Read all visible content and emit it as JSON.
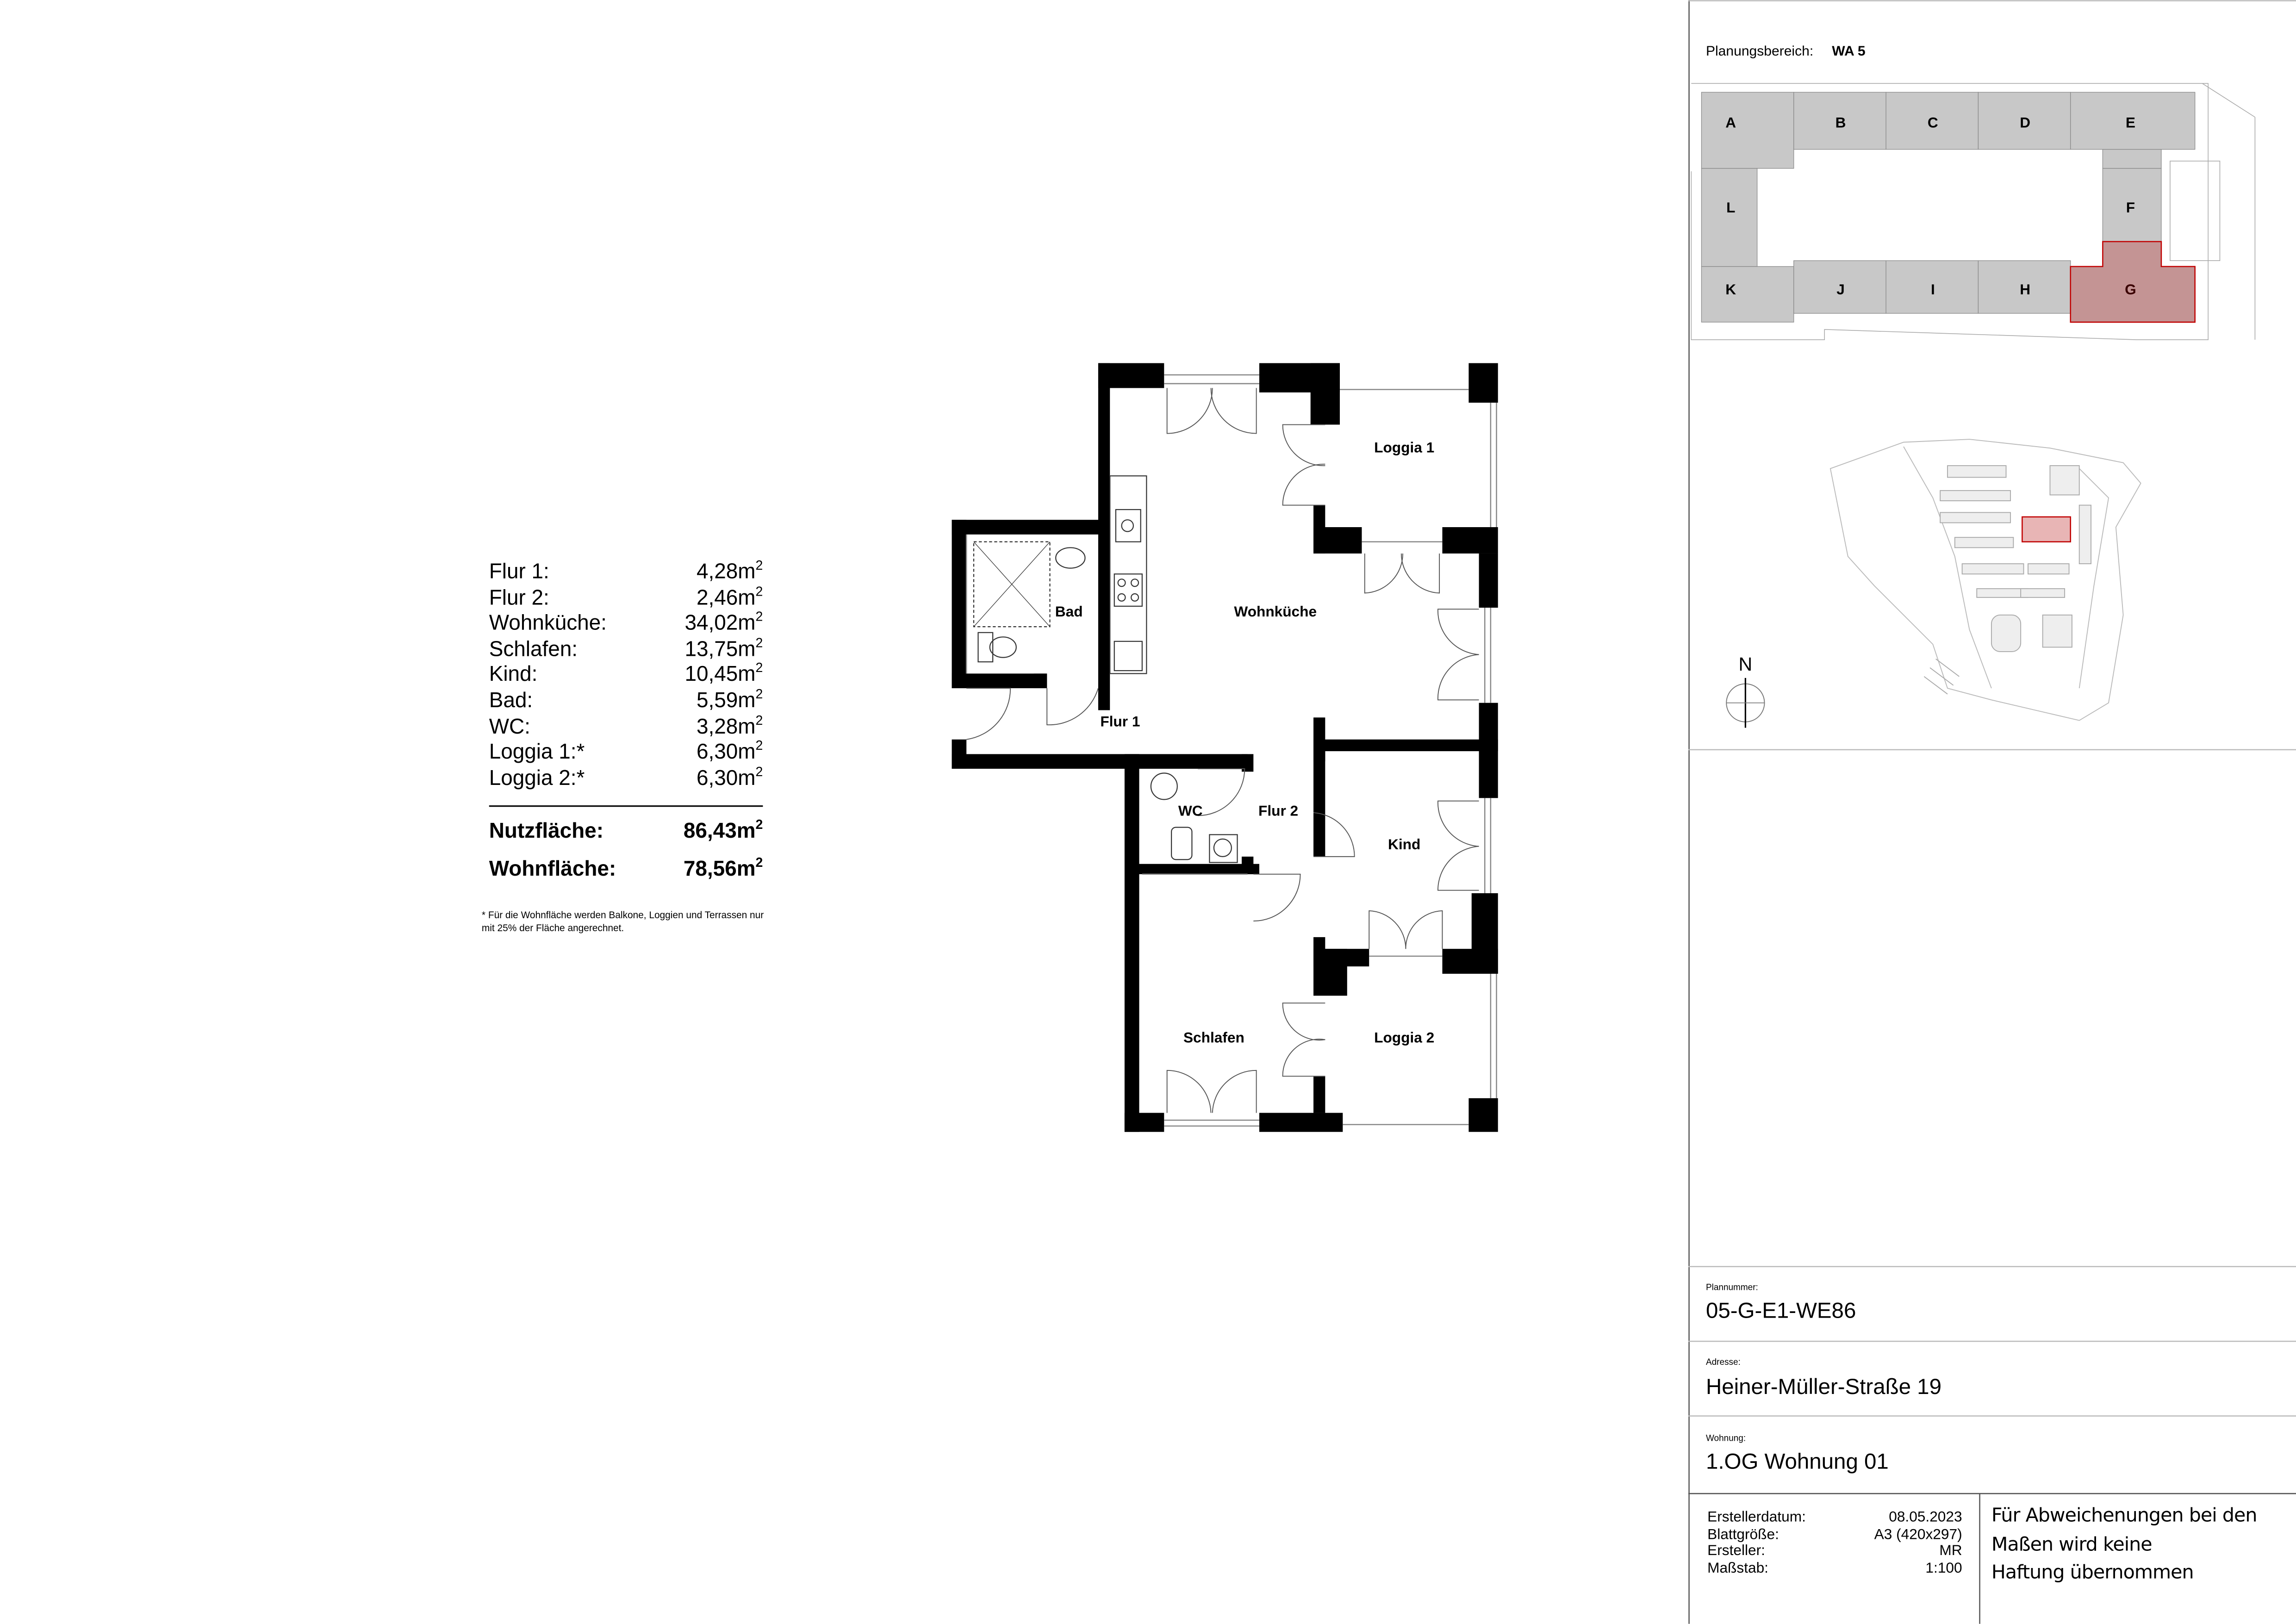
{
  "areas": {
    "rows": [
      {
        "label": "Flur 1:",
        "value": "4,28m",
        "unit_sup": "2"
      },
      {
        "label": "Flur 2:",
        "value": "2,46m",
        "unit_sup": "2"
      },
      {
        "label": "Wohnküche:",
        "value": "34,02m",
        "unit_sup": "2"
      },
      {
        "label": "Schlafen:",
        "value": "13,75m",
        "unit_sup": "2"
      },
      {
        "label": "Kind:",
        "value": "10,45m",
        "unit_sup": "2"
      },
      {
        "label": "Bad:",
        "value": "5,59m",
        "unit_sup": "2"
      },
      {
        "label": "WC:",
        "value": "3,28m",
        "unit_sup": "2"
      },
      {
        "label": "Loggia 1:*",
        "value": "6,30m",
        "unit_sup": "2"
      },
      {
        "label": "Loggia 2:*",
        "value": "6,30m",
        "unit_sup": "2"
      }
    ],
    "nutzflaeche": {
      "label": "Nutzfläche:",
      "value": "86,43m",
      "unit_sup": "2"
    },
    "wohnflaeche": {
      "label": "Wohnfläche:",
      "value": "78,56m",
      "unit_sup": "2"
    },
    "footnote": "* Für die Wohnfläche werden Balkone, Loggien und Terrassen nur mit 25% der Fläche angerechnet."
  },
  "floorplan": {
    "rooms": {
      "loggia1": "Loggia 1",
      "bad": "Bad",
      "wohnkueche": "Wohnküche",
      "flur1": "Flur 1",
      "wc": "WC",
      "flur2": "Flur 2",
      "kind": "Kind",
      "schlafen": "Schlafen",
      "loggia2": "Loggia 2"
    }
  },
  "keyplan": {
    "label": "Planungsbereich:",
    "value": "WA 5",
    "blocks": [
      "A",
      "B",
      "C",
      "D",
      "E",
      "F",
      "G",
      "H",
      "I",
      "J",
      "K",
      "L"
    ],
    "highlighted": "G",
    "colors": {
      "block": "#c8c8c8",
      "highlight": "#c49494",
      "highlight_border": "#c00000"
    }
  },
  "siteplan": {
    "north_label": "N"
  },
  "titleblock": {
    "plannummer_label": "Plannummer:",
    "plannummer": "05-G-E1-WE86",
    "adresse_label": "Adresse:",
    "adresse": "Heiner-Müller-Straße 19",
    "wohnung_label": "Wohnung:",
    "wohnung": "1.OG Wohnung 01",
    "meta": [
      {
        "label": "Erstellerdatum:",
        "value": "08.05.2023"
      },
      {
        "label": "Blattgröße:",
        "value": "A3 (420x297)"
      },
      {
        "label": "Ersteller:",
        "value": "MR"
      },
      {
        "label": "Maßstab:",
        "value": "1:100"
      }
    ],
    "disclaimer": [
      "Für Abweichenungen bei den",
      "Maßen wird keine",
      "Haftung übernommen"
    ]
  }
}
